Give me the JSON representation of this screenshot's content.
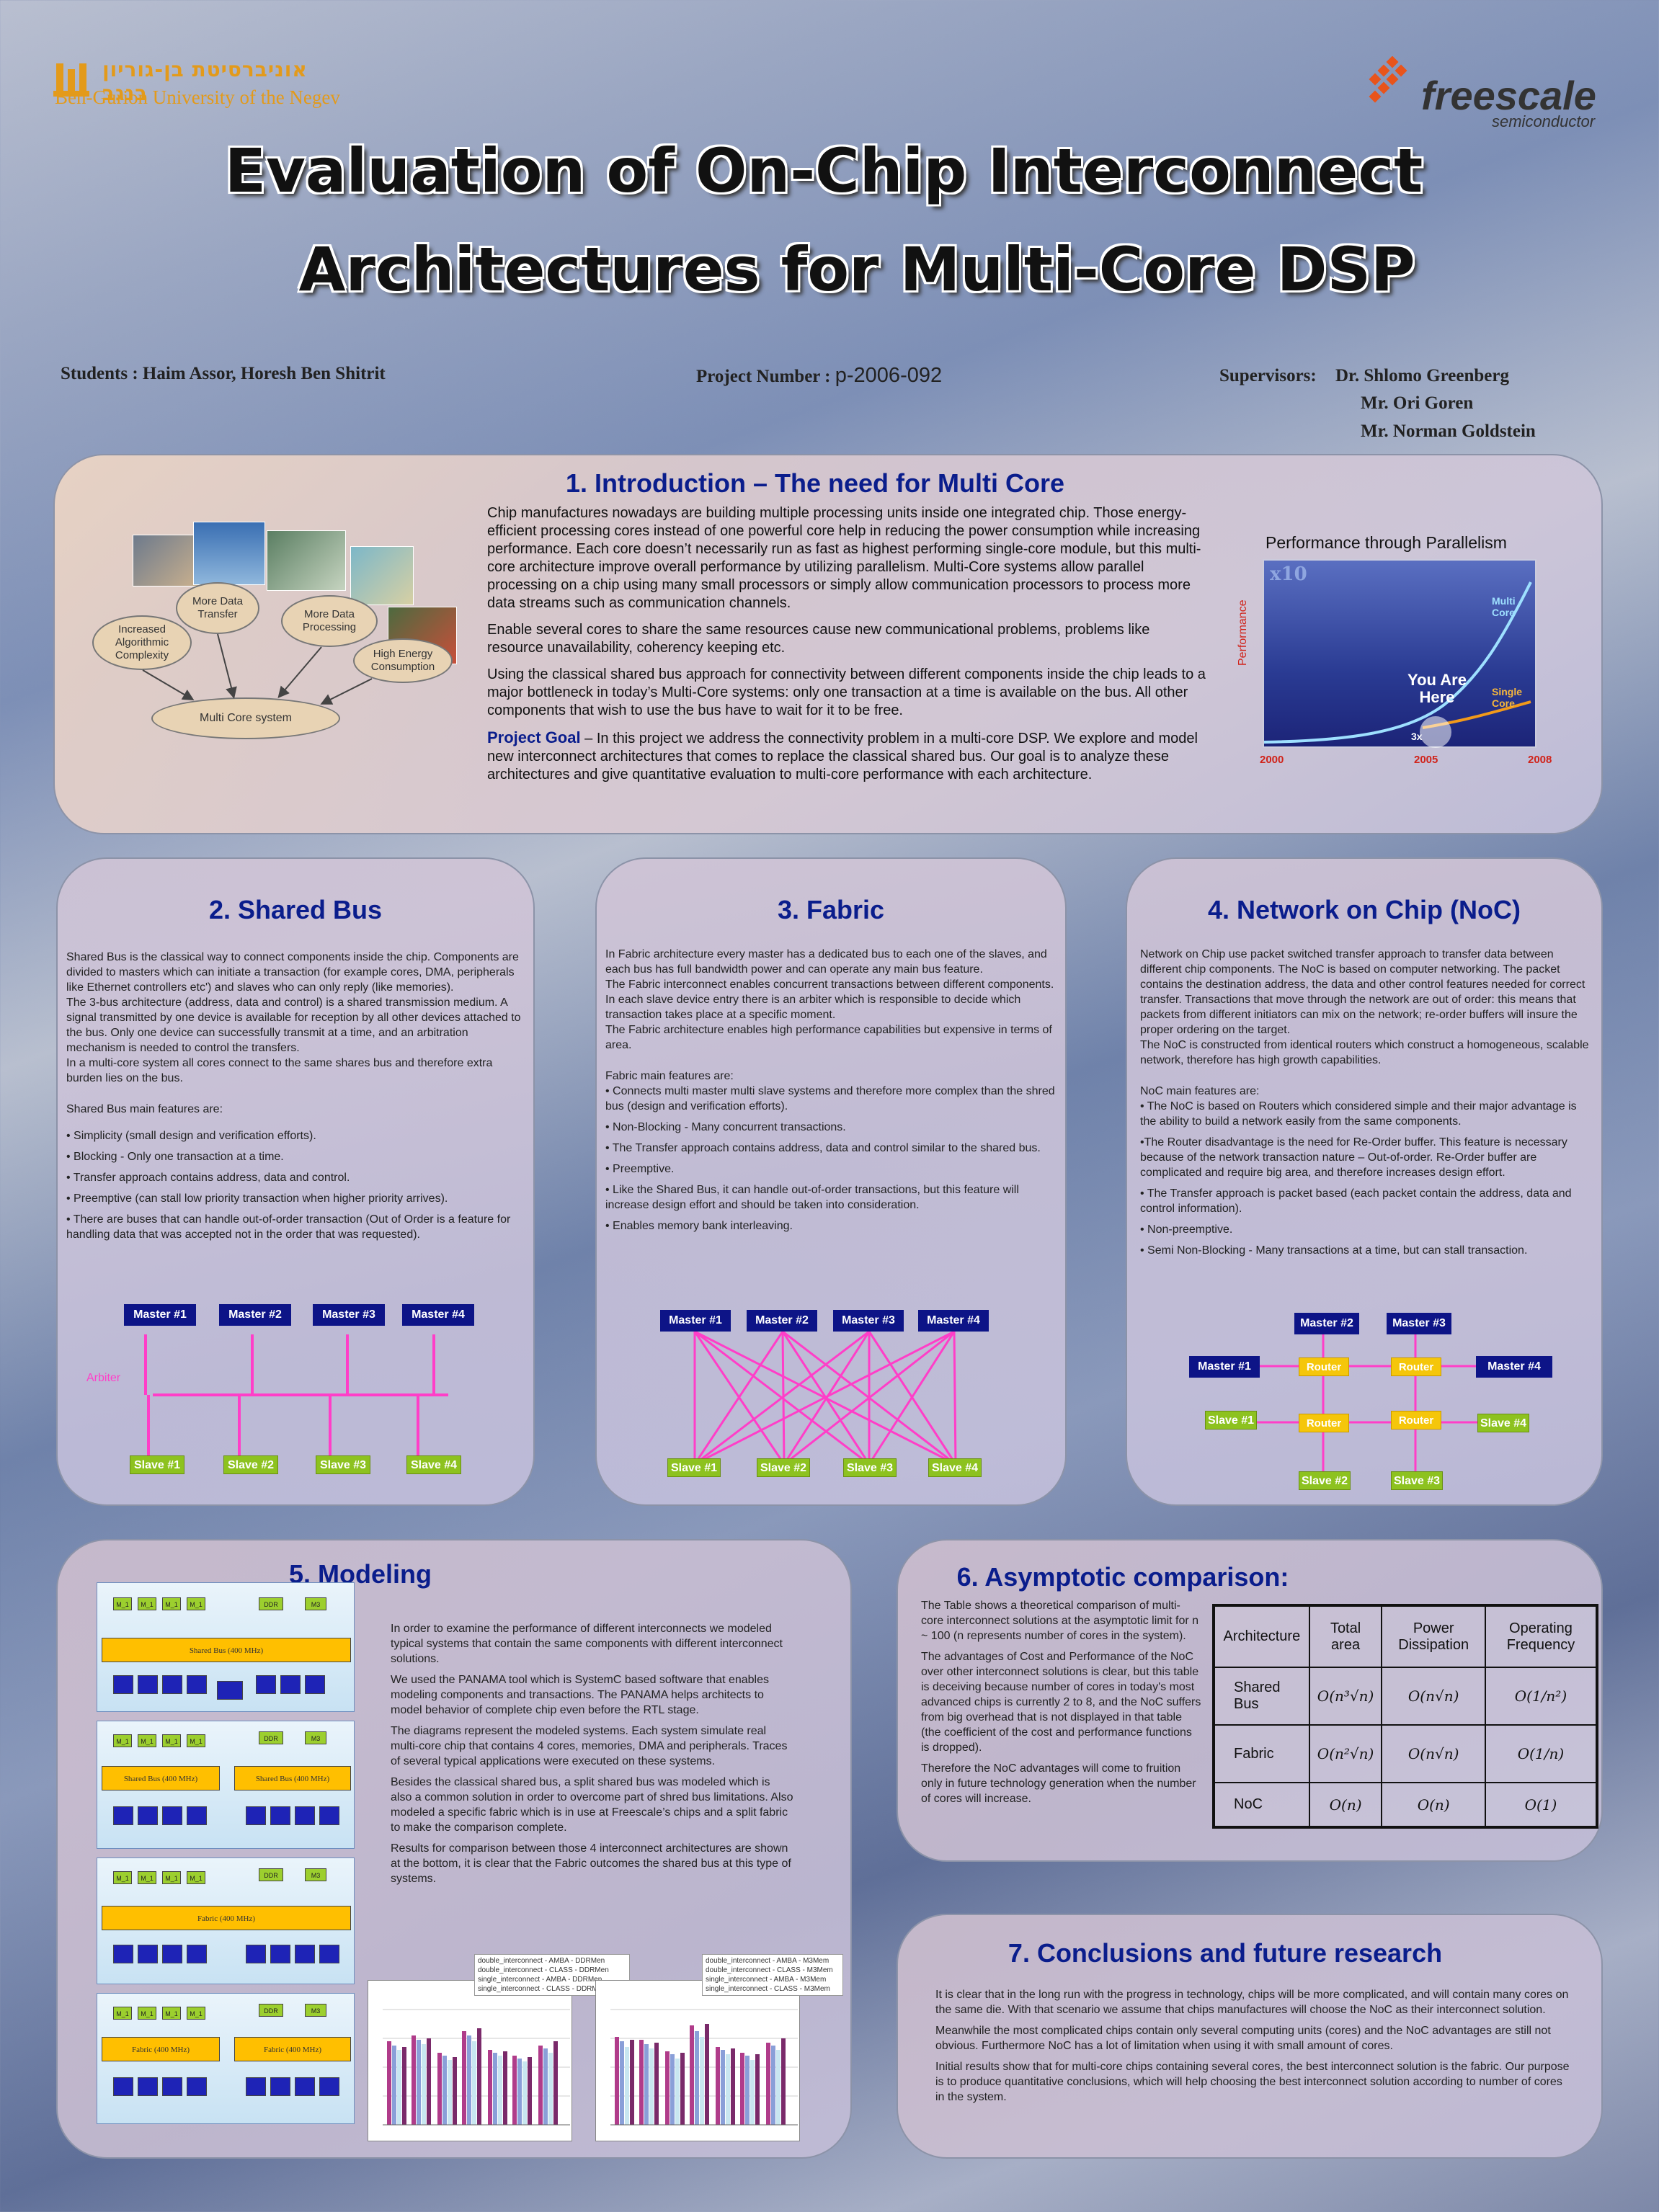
{
  "header": {
    "university_hebrew": "אוניברסיטת בן-גוריון בנגב",
    "university_english": "Ben-Gurion University of the Negev",
    "sponsor_name": "freescale",
    "sponsor_sub": "semiconductor",
    "title_line1": "Evaluation of On-Chip Interconnect",
    "title_line2": "Architectures for Multi-Core DSP",
    "students": "Students : Haim Assor, Horesh Ben Shitrit",
    "project_label": "Project Number :",
    "project_number": "p-2006-092",
    "supervisors_label": "Supervisors:",
    "supervisor1": "Dr. Shlomo Greenberg",
    "supervisor2": "Mr. Ori Goren",
    "supervisor3": "Mr. Norman Goldstein"
  },
  "intro": {
    "title": "1. Introduction  – The need for Multi Core",
    "p1": "Chip manufactures nowadays are building multiple processing units inside one integrated chip. Those energy-efficient processing cores instead of one powerful core help in reducing the power consumption while increasing performance. Each core doesn’t  necessarily run as fast as highest performing single-core module, but this multi-core architecture improve overall performance by utilizing parallelism. Multi-Core systems allow parallel processing on a chip using many small processors or simply allow communication processors to process more data streams such as communication channels.",
    "p2": "Enable several cores to share the same resources cause new communicational problems, problems like resource unavailability, coherency keeping etc.",
    "p3": "Using the classical shared bus approach for connectivity between different components inside the chip leads to a major bottleneck in today’s Multi-Core systems: only one transaction at a time is available on the bus. All other components that wish to use the bus have to wait for it to be free.",
    "goal_label": "Project Goal",
    "goal_text": " – In this project we address the connectivity problem in a multi-core DSP. We explore and model new interconnect architectures that comes to replace the classical shared bus. Our goal is to analyze these architectures and give quantitative evaluation to multi-core performance with each architecture.",
    "diagram": {
      "increased": "Increased Algorithmic Complexity",
      "more_transfer": "More Data Transfer",
      "more_processing": "More Data Processing",
      "high_energy": "High Energy Consumption",
      "multicore": "Multi Core system"
    },
    "perf_chart": {
      "title": "Performance through Parallelism",
      "ylabel": "Performance",
      "x10": "x10",
      "multi_core": "Multi Core",
      "single_core": "Single Core",
      "you_are_here": "You Are Here",
      "x3": "3x",
      "years": [
        "2000",
        "2005",
        "2008"
      ]
    }
  },
  "shared_bus": {
    "title": "2. Shared Bus",
    "text": [
      "Shared Bus is the classical way to connect components inside the chip. Components are divided to masters which can initiate a transaction (for example cores, DMA, peripherals like Ethernet controllers etc') and slaves who can only reply (like memories).",
      "The 3-bus architecture (address, data and control) is a shared transmission medium. A signal transmitted by one device is available for reception by all other devices attached to the bus. Only one device can successfully transmit at a time, and an arbitration mechanism is needed to control the transfers.",
      "In a multi-core system all cores connect to the same shares bus and therefore extra burden lies on the bus."
    ],
    "features_title": "Shared Bus main features are:",
    "features": [
      "• Simplicity (small design and verification efforts).",
      "• Blocking - Only one transaction at a time.",
      "• Transfer approach contains address, data and control.",
      "• Preemptive (can stall low priority transaction when higher priority arrives).",
      "• There are buses that can handle out-of-order transaction (Out of Order is a feature for handling data that was accepted not in the order that was requested)."
    ],
    "masters": [
      "Master #1",
      "Master #2",
      "Master #3",
      "Master #4"
    ],
    "slaves": [
      "Slave #1",
      "Slave #2",
      "Slave #3",
      "Slave #4"
    ],
    "arbiter": "Arbiter"
  },
  "fabric": {
    "title": "3. Fabric",
    "text": [
      "In Fabric architecture every master has a dedicated bus to each one of the slaves, and each bus has full bandwidth power and can operate any main bus feature.",
      "The Fabric interconnect enables concurrent transactions between different components.",
      "In each slave device entry there is an arbiter which is responsible to decide which transaction takes place at a specific moment.",
      "The Fabric architecture enables high performance capabilities but expensive in terms of area."
    ],
    "features_title": "Fabric main features are:",
    "features": [
      "• Connects multi master multi slave systems and therefore more complex than the shred bus (design and verification efforts).",
      "• Non-Blocking - Many concurrent transactions.",
      "• The Transfer approach contains address, data and control similar to the shared bus.",
      "• Preemptive.",
      "• Like the Shared Bus, it can handle out-of-order transactions, but this feature will increase design effort and should be taken into consideration.",
      "• Enables memory bank interleaving."
    ],
    "masters": [
      "Master #1",
      "Master #2",
      "Master #3",
      "Master #4"
    ],
    "slaves": [
      "Slave #1",
      "Slave #2",
      "Slave #3",
      "Slave #4"
    ]
  },
  "noc": {
    "title": "4. Network on Chip (NoC)",
    "text": [
      "Network on Chip use packet switched transfer approach to transfer data between different chip components. The NoC is based on computer networking. The packet contains the destination address, the data and other control features needed for correct transfer. Transactions that move through the network are out of order: this means that packets from different initiators can mix on the network; re-order buffers will insure the proper ordering on the target.",
      "The NoC is constructed from identical routers which construct a homogeneous, scalable network, therefore has high growth capabilities."
    ],
    "features_title": "NoC main features are:",
    "features": [
      "• The NoC is based on Routers which considered simple and their major advantage is the ability to build a network easily from the same components.",
      "•The Router disadvantage is the need for Re-Order buffer. This feature is necessary because of the network transaction nature – Out-of-order. Re-Order buffer are complicated and require big area, and therefore increases design effort.",
      "• The Transfer approach is packet based (each packet contain the address, data and control information).",
      "• Non-preemptive.",
      "• Semi Non-Blocking - Many transactions at a time, but can stall transaction."
    ],
    "masters": [
      "Master #1",
      "Master #2",
      "Master #3",
      "Master #4"
    ],
    "slaves": [
      "Slave #1",
      "Slave #2",
      "Slave #3",
      "Slave #4"
    ],
    "router": "Router"
  },
  "modeling": {
    "title": "5. Modeling",
    "text": [
      "In order to examine the performance of different interconnects we modeled typical systems that contain the same components with different interconnect solutions.",
      "We used the PANAMA tool which is SystemC based software that enables modeling components and transactions. The PANAMA helps architects to model behavior of complete chip even before the RTL stage.",
      "The diagrams represent the modeled systems. Each system simulate real multi-core chip that contains 4 cores, memories, DMA and peripherals. Traces of several typical applications were executed on these systems.",
      "Besides the classical shared bus, a split shared bus was modeled which is also a common solution in order to overcome part of shred bus limitations. Also modeled a specific fabric which is in use at Freescale’s chips and a split fabric to make the comparison complete.",
      "Results for comparison between those 4 interconnect architectures are shown at the bottom, it is clear that the Fabric outcomes the shared bus at this type of systems."
    ],
    "diagrams": {
      "shared_bus": "Shared Bus (400 MHz)",
      "fabric": "Fabric (400 MHz)",
      "ddr": "DDR",
      "m3": "M3",
      "core": "M_1"
    },
    "legend1": [
      "double_interconnect - AMBA - DDRMen",
      "double_interconnect - CLASS - DDRMen",
      "single_interconnect - AMBA - DDRMen",
      "single_interconnect - CLASS - DDRMen"
    ],
    "legend2": [
      "double_interconnect - AMBA - M3Mem",
      "double_interconnect - CLASS - M3Mem",
      "single_interconnect - AMBA - M3Mem",
      "single_interconnect - CLASS - M3Mem"
    ]
  },
  "asymptotic": {
    "title": "6. Asymptotic comparison:",
    "text": [
      "The Table shows a theoretical comparison of multi-core interconnect solutions at the asymptotic limit for n ~ 100 (n represents number of cores in the system).",
      "The advantages of Cost and Performance of the NoC over other interconnect solutions is clear, but this table is deceiving because number of cores in today's most advanced chips is currently 2 to 8, and the NoC  suffers from big overhead that is not displayed in that table (the coefficient of the cost and performance functions is dropped).",
      "Therefore the NoC advantages will come to fruition only in future technology generation when the number of cores will increase."
    ],
    "headers": [
      "Architecture",
      "Total area",
      "Power Dissipation",
      "Operating Frequency"
    ],
    "rows": [
      [
        "Shared Bus",
        "O(n³√n)",
        "O(n√n)",
        "O(1/n²)"
      ],
      [
        "Fabric",
        "O(n²√n)",
        "O(n√n)",
        "O(1/n)"
      ],
      [
        "NoC",
        "O(n)",
        "O(n)",
        "O(1)"
      ]
    ]
  },
  "conclusions": {
    "title": "7. Conclusions  and future research",
    "text": [
      "It is clear that in the long run with the progress in technology, chips will be more complicated, and will contain many cores on the same die. With that scenario we assume that chips manufactures will choose the NoC as their interconnect solution.",
      "Meanwhile the most complicated chips contain only several computing units (cores) and the NoC advantages are still not obvious. Furthermore NoC has a lot of limitation when using it with small amount of cores.",
      "Initial results show that for multi-core chips containing several cores, the best interconnect solution is the fabric. Our purpose is to produce quantitative conclusions, which will help choosing the best interconnect solution according to number of cores in the system."
    ]
  },
  "colors": {
    "title_blue": "#0a1d8c",
    "master_blue": "#0d1487",
    "slave_green": "#8dc21f",
    "router_yellow": "#f5c60a",
    "bus_pink": "#ff3ec8"
  }
}
